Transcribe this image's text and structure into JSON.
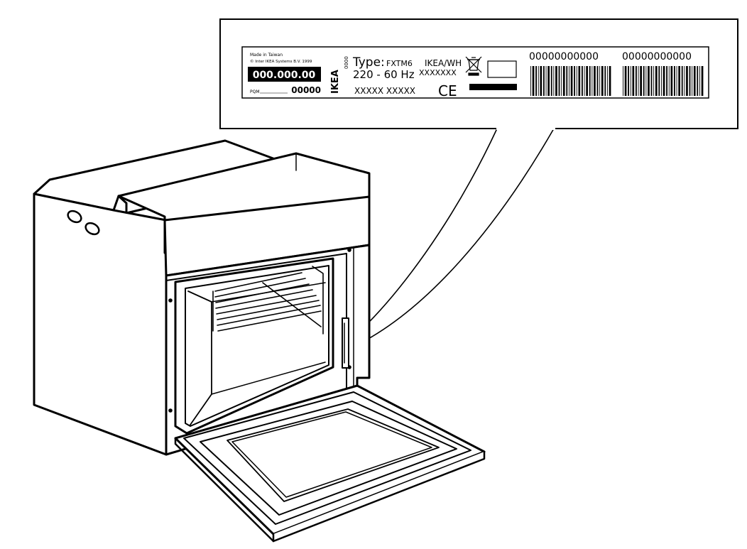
{
  "label": {
    "made_in": "Made in Taiwan",
    "copyright": "© Inter IKEA Systems B.V. 1999",
    "article_number": "000.000.00",
    "pqm_label": "PQM",
    "pqm_value": "00000",
    "brand": "IKEA",
    "vertical_code": "0000",
    "type_prefix": "Type:",
    "type_value": "FXTM6",
    "owner": "IKEA/WH",
    "voltage": "220 - 60 Hz",
    "power": "XXXXXXX",
    "serial": "XXXXX  XXXXX",
    "ce_mark": "CE",
    "barcode1_number": "00000000000",
    "barcode2_number": "00000000000"
  },
  "colors": {
    "ink": "#000000",
    "paper": "#ffffff"
  }
}
